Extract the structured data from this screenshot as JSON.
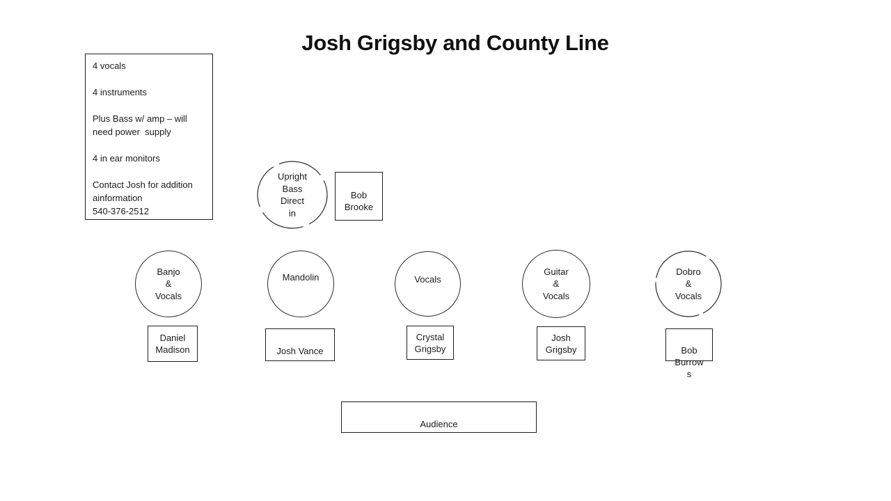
{
  "colors": {
    "background": "#ffffff",
    "line": "#1f1f1f",
    "text": "#1a1a1a"
  },
  "title": "Josh Grigsby and County Line",
  "notes": {
    "text": "4 vocals\n\n4 instruments\n\nPlus Bass w/ amp – will\nneed power  supply\n\n4 in ear monitors\n\nContact Josh for addition\nainformation\n540-376-2512"
  },
  "bass_station": {
    "circle_label": "Upright\nBass\nDirect\nin",
    "player_name": "Bob\nBrooke"
  },
  "performers": [
    {
      "instrument": "Banjo\n&\nVocals",
      "name": "Daniel\nMadison"
    },
    {
      "instrument": "Mandolin",
      "name": "Josh Vance"
    },
    {
      "instrument": "Vocals",
      "name": "Crystal\nGrigsby"
    },
    {
      "instrument": "Guitar\n&\nVocals",
      "name": "Josh\nGrigsby"
    },
    {
      "instrument": "Dobro\n&\nVocals",
      "name": "Bob\nBurrow\ns"
    }
  ],
  "audience": {
    "label": "Audience"
  }
}
